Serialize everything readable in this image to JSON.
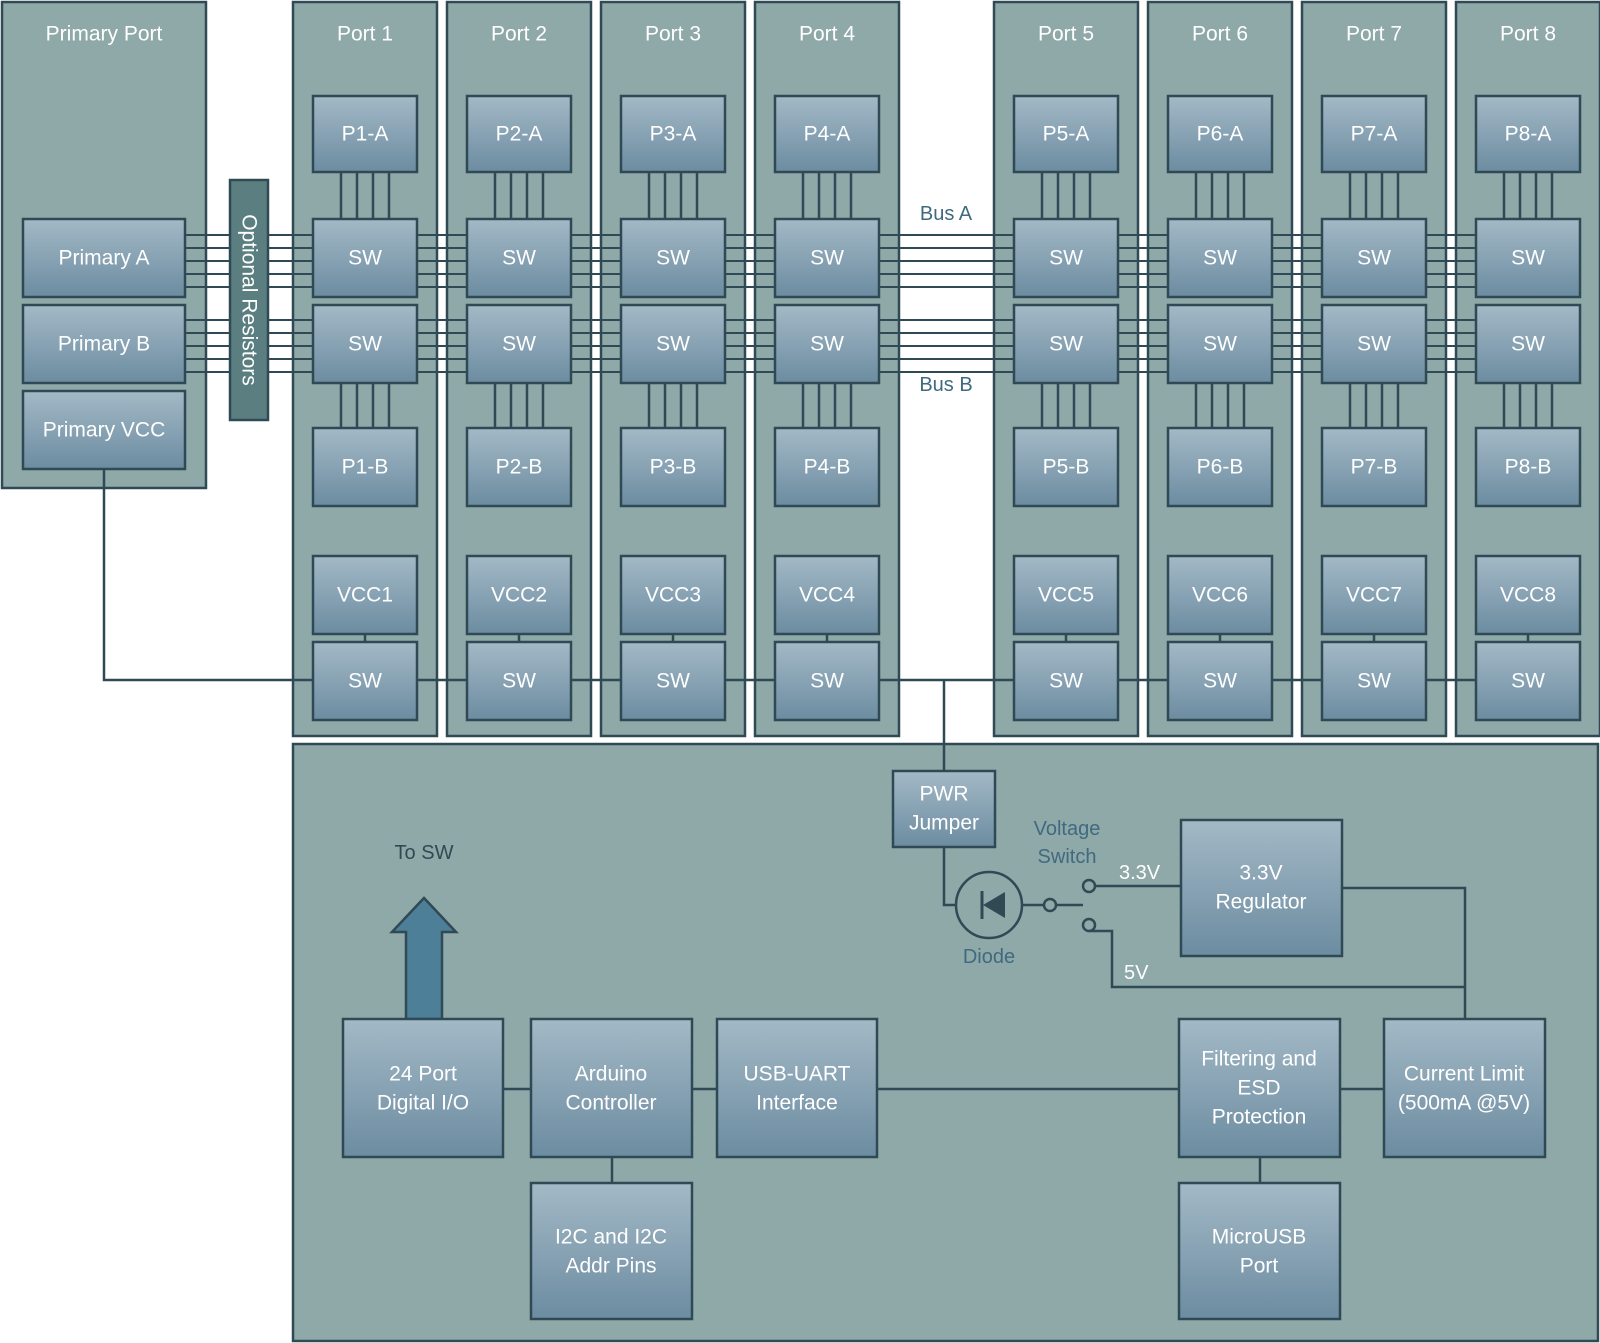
{
  "primary": {
    "title": "Primary Port",
    "a": "Primary A",
    "b": "Primary B",
    "vcc": "Primary VCC"
  },
  "resistors_label": "Optional Resistors",
  "ports": [
    {
      "title": "Port 1",
      "pa": "P1-A",
      "pb": "P1-B",
      "vcc": "VCC1"
    },
    {
      "title": "Port 2",
      "pa": "P2-A",
      "pb": "P2-B",
      "vcc": "VCC2"
    },
    {
      "title": "Port 3",
      "pa": "P3-A",
      "pb": "P3-B",
      "vcc": "VCC3"
    },
    {
      "title": "Port 4",
      "pa": "P4-A",
      "pb": "P4-B",
      "vcc": "VCC4"
    },
    {
      "title": "Port 5",
      "pa": "P5-A",
      "pb": "P5-B",
      "vcc": "VCC5"
    },
    {
      "title": "Port 6",
      "pa": "P6-A",
      "pb": "P6-B",
      "vcc": "VCC6"
    },
    {
      "title": "Port 7",
      "pa": "P7-A",
      "pb": "P7-B",
      "vcc": "VCC7"
    },
    {
      "title": "Port 8",
      "pa": "P8-A",
      "pb": "P8-B",
      "vcc": "VCC8"
    }
  ],
  "sw_label": "SW",
  "bus_a": "Bus A",
  "bus_b": "Bus B",
  "controller": {
    "pwr_jumper": [
      "PWR",
      "Jumper"
    ],
    "voltage_switch": [
      "Voltage",
      "Switch"
    ],
    "diode": "Diode",
    "v33": "3.3V",
    "v5": "5V",
    "regulator": [
      "3.3V",
      "Regulator"
    ],
    "to_sw": "To SW",
    "digital_io": [
      "24 Port",
      "Digital I/O"
    ],
    "arduino": [
      "Arduino",
      "Controller"
    ],
    "usb_uart": [
      "USB-UART",
      "Interface"
    ],
    "filtering": [
      "Filtering and",
      "ESD",
      "Protection"
    ],
    "current_limit": [
      "Current Limit",
      "(500mA @5V)"
    ],
    "i2c": [
      "I2C and I2C",
      "Addr Pins"
    ],
    "microusb": [
      "MicroUSB",
      "Port"
    ]
  },
  "colors": {
    "panel": "#8fa8a8",
    "stroke": "#2f4a55",
    "block_top": "#9fb6c4",
    "block_bottom": "#6f8fa4",
    "arrow": "#4d7f98",
    "resistor": "#5b7f80"
  }
}
